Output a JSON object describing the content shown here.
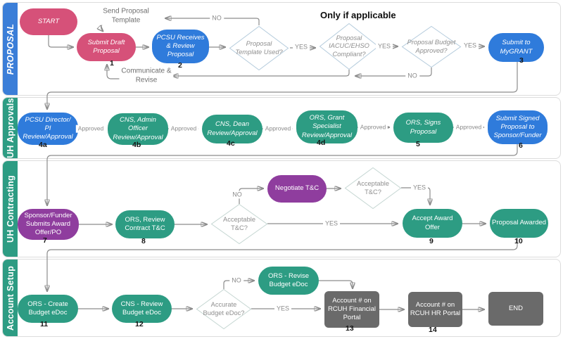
{
  "annotations": {
    "only_if_applicable": "Only if applicable"
  },
  "lanes": {
    "proposal": "PROPOSAL",
    "approvals": "UH Approvals",
    "contracting": "UH Contracting",
    "account": "Account Setup"
  },
  "nodes": {
    "start": {
      "label": "START"
    },
    "submit_draft": {
      "label": "Submit Draft\nProposal"
    },
    "pcsu_receives": {
      "label": "PCSU Receives\n& Review\nProposal"
    },
    "d_template": {
      "label": "Proposal\nTemplate Used?"
    },
    "d_iacuc": {
      "label": "Proposal\nIACUC/EHSO\nCompliant?"
    },
    "d_budget": {
      "label": "Proposal Budget\nApproved?"
    },
    "submit_mygrant": {
      "label": "Submit to\nMyGRANT"
    },
    "pcsu_director": {
      "label": "PCSU Director/\nPI\nReview/Approval"
    },
    "cns_admin": {
      "label": "CNS, Admin\nOfficer\nReview/Approval"
    },
    "cns_dean": {
      "label": "CNS, Dean\nReview/Approval"
    },
    "ors_grant": {
      "label": "ORS, Grant\nSpecialist\nReview/Approval"
    },
    "ors_signs": {
      "label": "ORS, Signs\nProposal"
    },
    "submit_signed": {
      "label": "Submit Signed\nProposal to\nSponsor/Funder"
    },
    "sponsor_submits": {
      "label": "Sponsor/Funder\nSubmits Award\nOffer/PO"
    },
    "ors_review_tc": {
      "label": "ORS, Review\nContract T&C"
    },
    "d_acceptable1": {
      "label": "Acceptable\nT&C?"
    },
    "negotiate": {
      "label": "Negotiate T&C"
    },
    "d_acceptable2": {
      "label": "Acceptable\nT&C?"
    },
    "accept_award": {
      "label": "Accept Award Offer"
    },
    "proposal_awarded": {
      "label": "Proposal Awarded"
    },
    "ors_create": {
      "label": "ORS - Create\nBudget eDoc"
    },
    "cns_review": {
      "label": "CNS - Review\nBudget eDoc"
    },
    "d_accurate": {
      "label": "Accurate\nBudget eDoc?"
    },
    "ors_revise": {
      "label": "ORS - Revise\nBudget eDoc"
    },
    "acct_financial": {
      "label": "Account # on\nRCUH Financial\nPortal"
    },
    "acct_hr": {
      "label": "Account # on\nRCUH HR Portal"
    },
    "end": {
      "label": "END"
    }
  },
  "steps": {
    "s1": "1",
    "s2": "2",
    "s3": "3",
    "s4a": "4a",
    "s4b": "4b",
    "s4c": "4c",
    "s4d": "4d",
    "s5": "5",
    "s6": "6",
    "s7": "7",
    "s8": "8",
    "s9": "9",
    "s10": "10",
    "s11": "11",
    "s12": "12",
    "s13": "13",
    "s14": "14"
  },
  "edge_labels": {
    "yes": "YES",
    "no": "NO",
    "approved": "Approved",
    "send_template": "Send Proposal\nTemplate",
    "communicate_revise": "Communicate &\nRevise"
  },
  "colors": {
    "pink": "#d65179",
    "blue": "#2f7bdb",
    "teal": "#2d9c83",
    "purple": "#8f3d9e",
    "gray": "#6a6a6a",
    "lane_blue": "#3b7ed8",
    "lane_teal": "#2d9c83",
    "wire": "#8c8c8c",
    "diamond_stroke_blue": "#b4cbdc",
    "diamond_stroke_teal": "#c5d6d2"
  }
}
